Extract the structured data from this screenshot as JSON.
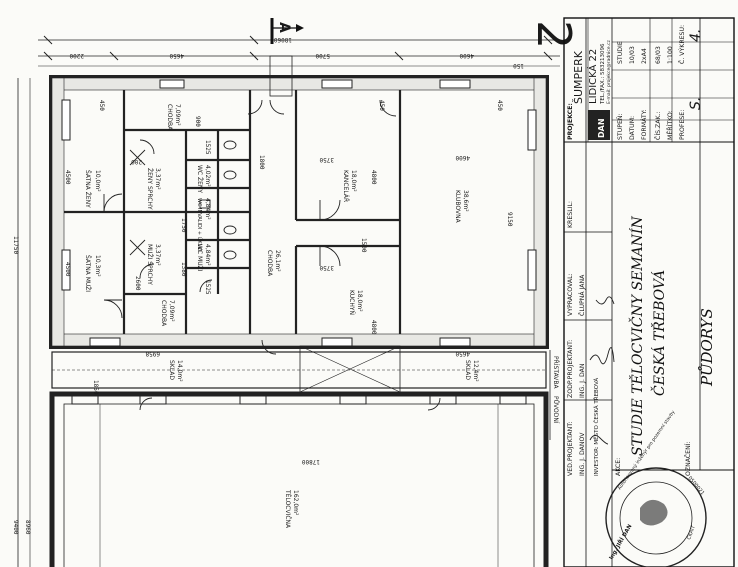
{
  "sheet_number": "2",
  "section_mark": "A",
  "rooms": [
    {
      "id": "satna-zeny",
      "name": "ŠATNA ŽENY",
      "area": "10,0m²"
    },
    {
      "id": "satna-muzi",
      "name": "ŠATNA MUŽI",
      "area": "10,3m²"
    },
    {
      "id": "chodba-1",
      "name": "CHODBA",
      "area": "7,09m²"
    },
    {
      "id": "chodba-2",
      "name": "CHODBA",
      "area": "7,09m²"
    },
    {
      "id": "zeny-sprchy",
      "name": "ŽENY SPRCHY",
      "area": "3,37m²"
    },
    {
      "id": "muzi-sprchy",
      "name": "MUŽI SPRCHY",
      "area": "3,37m²"
    },
    {
      "id": "wc-zeny",
      "name": "WC ŽENY",
      "area": "4,02m²"
    },
    {
      "id": "wc-invalidi",
      "name": "WC INVALIDI + ÚKLID",
      "area": "4,84m²"
    },
    {
      "id": "wc-muzi",
      "name": "WC MUŽI",
      "area": "4,84m²"
    },
    {
      "id": "chodba-3",
      "name": "CHODBA",
      "area": "26,1m²"
    },
    {
      "id": "kancelar",
      "name": "KANCELÁŘ",
      "area": "18,0m²"
    },
    {
      "id": "kuchyn",
      "name": "KUCHYŇ",
      "area": "18,0m²"
    },
    {
      "id": "klubovna",
      "name": "KLUBOVNA",
      "area": "38,6m²"
    },
    {
      "id": "sklad-1",
      "name": "SKLAD",
      "area": "14,0m²"
    },
    {
      "id": "sklad-2",
      "name": "SKLAD",
      "area": "12,4m²"
    },
    {
      "id": "telocvicna",
      "name": "TĚLOCVIČNA",
      "area": "162,0m²"
    }
  ],
  "dimensions": {
    "total_width": "18060",
    "total_depth": "11750",
    "seg_2200": "2200",
    "seg_4650": "4650",
    "seg_5700": "5700",
    "seg_4600": "4600",
    "seg_4500": "4500",
    "seg_1800": "1800",
    "seg_1500": "1500",
    "seg_3750": "3750",
    "seg_4800": "4800",
    "seg_9150": "9150",
    "seg_6958": "6958",
    "seg_1850": "1850",
    "seg_17800": "17800",
    "seg_9400": "9400",
    "seg_8960": "8960",
    "seg_150": "150",
    "seg_450": "450",
    "seg_900": "900",
    "seg_1525": "1525",
    "seg_1380": "1380",
    "seg_1750": "1750",
    "seg_2600": "2600",
    "seg_200": "200"
  },
  "labels": {
    "pristavba": "PŘÍSTAVBA",
    "puvodni": "PŮVODNÍ"
  },
  "title_block": {
    "projekce": "PROJEKCE:",
    "firm_city": "ŠUMPERK",
    "firm_street": "LIDICKÁ 22",
    "firm_tel": "TEL./FAX.: 583213096",
    "firm_email": "E-mail: projekce@radnice.cz",
    "logo_letters": "DAN",
    "stupen_label": "STUPEŇ:",
    "stupen_value": "STUDIE",
    "datum_label": "DATUM:",
    "datum_value": "10/03",
    "formaty_label": "FORMÁTY:",
    "formaty_value": "2xA4",
    "cis_zak_label": "ČÍS.ZAK.:",
    "cis_zak_value": "68/03",
    "meritko_label": "MĚŘÍTKO:",
    "meritko_value": "1:100",
    "profese_label": "PROFESE:",
    "profese_value": "S.",
    "cislo_vykresu_label": "Č. VÝKRESU:",
    "cislo_vykresu_value": "4.",
    "ved_projektant_label": "VED.PROJEKTANT:",
    "ved_projektant_value": "ING. J. DANOV",
    "zodp_projektant_label": "ZODP.PROJEKTANT:",
    "zodp_projektant_value": "ING. J. DAN",
    "vypracoval_label": "VYPRACOVAL:",
    "vypracoval_value": "ČLUPNÁ JANA",
    "kreslil_label": "KRESLIL:",
    "investor": "INVESTOR: MĚSTO ČESKÁ TŘEBOVÁ",
    "akce_label": "AKCE:",
    "akce_line1": "STUDIE TĚLOCVIČNY SEMANÍN",
    "akce_line2": "ČESKÁ TŘEBOVÁ",
    "oznaceni_label": "OZNAČENÍ:",
    "oznaceni_value": "PŮDORYS"
  },
  "stamp": {
    "text_outer": "Autorizovaný inženýr pro pozemní stavby",
    "name": "Ing. JIŘÍ DAN",
    "number": "0500021",
    "extra": "ČKAIT"
  }
}
